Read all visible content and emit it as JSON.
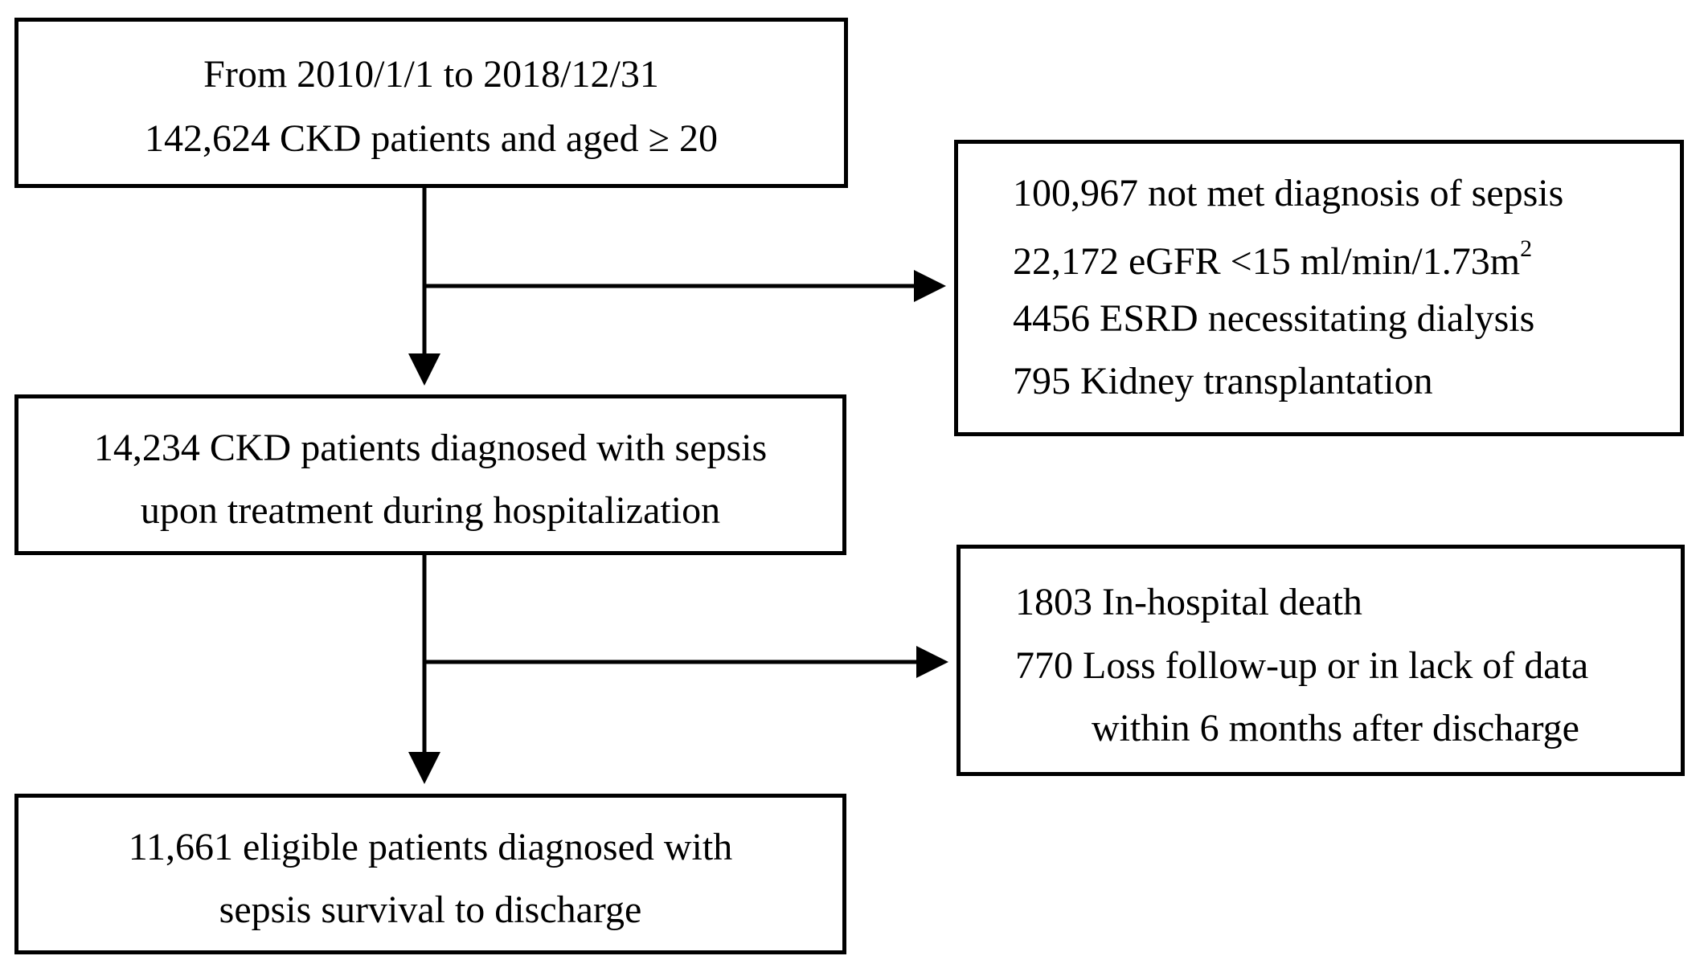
{
  "boxes": {
    "start": {
      "line1": "From 2010/1/1 to 2018/12/31",
      "line2": "142,624 CKD patients and aged ≥ 20"
    },
    "exclusion1": {
      "item1": "100,967 not met diagnosis of sepsis",
      "item2": "22,172 eGFR <15 ml/min/1.73m",
      "item2_sup": "2",
      "item3": "4456 ESRD necessitating dialysis",
      "item4": "795 Kidney transplantation"
    },
    "sepsis": {
      "line1": "14,234 CKD patients diagnosed with sepsis",
      "line2": "upon treatment during hospitalization"
    },
    "exclusion2": {
      "item1": "1803 In-hospital death",
      "item2": "770 Loss follow-up or in lack of data",
      "item2_cont": "within 6 months after discharge"
    },
    "final": {
      "line1": "11,661 eligible patients diagnosed with",
      "line2": "sepsis survival to discharge"
    }
  },
  "colors": {
    "stroke": "#000000",
    "background": "#ffffff"
  }
}
